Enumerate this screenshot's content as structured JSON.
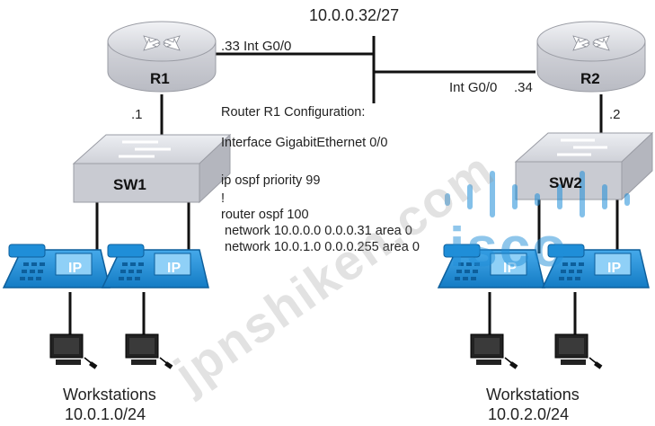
{
  "network": {
    "subnet_label": "10.0.0.32/27",
    "r1": {
      "name": "R1",
      "interface_label": ".33 Int G0/0",
      "downlink_label": ".1"
    },
    "r2": {
      "name": "R2",
      "interface_label": "Int G0/0",
      "addr_label": ".34",
      "downlink_label": ".2"
    },
    "sw1": {
      "name": "SW1"
    },
    "sw2": {
      "name": "SW2"
    },
    "phone_badge": "IP",
    "left_group": {
      "title": "Workstations",
      "subnet": "10.0.1.0/24"
    },
    "right_group": {
      "title": "Workstations",
      "subnet": "10.0.2.0/24"
    }
  },
  "config": {
    "heading": "Router R1 Configuration:",
    "lines": [
      "Interface GigabitEthernet 0/0",
      "ip ospf priority 99",
      "!",
      "router ospf 100",
      " network 10.0.0.0 0.0.0.31 area 0",
      " network 10.0.1.0 0.0.0.255 area 0"
    ]
  },
  "watermark": {
    "text": "jpnshiken.com",
    "logo_text": "isco"
  },
  "colors": {
    "phone": "#1f8ed8",
    "phone_dark": "#0d5f9c",
    "router_body": "#dcdde2",
    "watermark_blue": "#1f8ed8"
  }
}
